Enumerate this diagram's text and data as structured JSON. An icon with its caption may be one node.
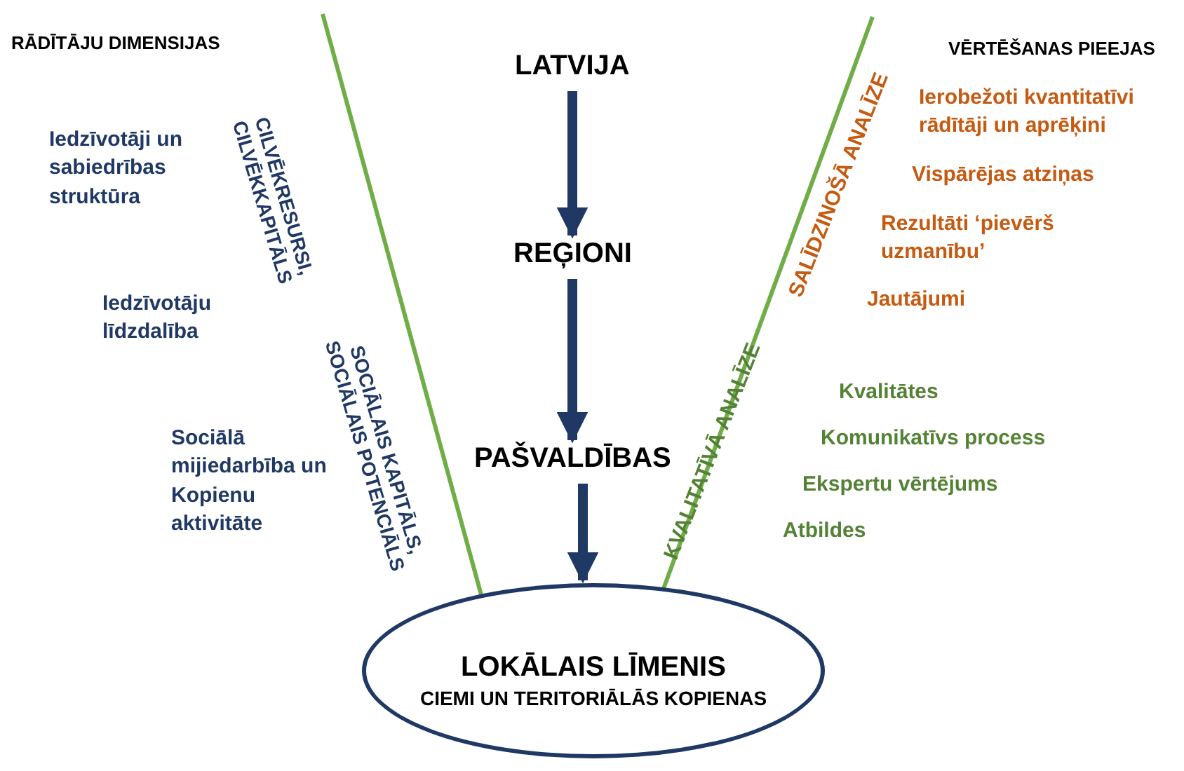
{
  "diagram": {
    "nodes": [
      {
        "text": [
          "LATVIJA"
        ]
      },
      {
        "text": [
          "REĢIONI"
        ]
      },
      {
        "text": [
          "PAŠVALDĪBAS"
        ]
      },
      {
        "text": [
          "LOKĀLAIS LĪMENIS",
          "CIEMI UN TERITORIĀLĀS KOPIENAS"
        ]
      }
    ],
    "edges": [
      {
        "from": 0,
        "to": 1,
        "arrow": "to"
      },
      {
        "from": 1,
        "to": 2,
        "arrow": "to"
      },
      {
        "from": 2,
        "to": 3,
        "arrow": "to"
      }
    ],
    "labels": [
      "RĀDĪTĀJU DIMENSIJAS",
      "VĒRTĒŠANAS PIEEJAS",
      "Ierobežoti kvantitatīvi rādītāji un aprēķini",
      "Iedzīvotāji un sabiedrības struktūra",
      "CILVĒKRESURSI, CILVĒKKAPITĀLS",
      "SALĪDZINOŠĀ ANALĪZE",
      "Vispārējas atziņas",
      "Rezultāti ‘pievērš uzmanību’",
      "Jautājumi",
      "Iedzīvotāju līdzdalība",
      "SOCIĀLAIS KAPITĀLS, SOCIĀLAIS POTENCIĀLS",
      "KVALITATĪVĀ ANALĪZE",
      "Kvalitātes",
      "Sociālā mijiedarbība un Kopienu aktivitāte",
      "Komunikatīvs process",
      "Ekspertu vērtējums",
      "Atbildes"
    ]
  }
}
